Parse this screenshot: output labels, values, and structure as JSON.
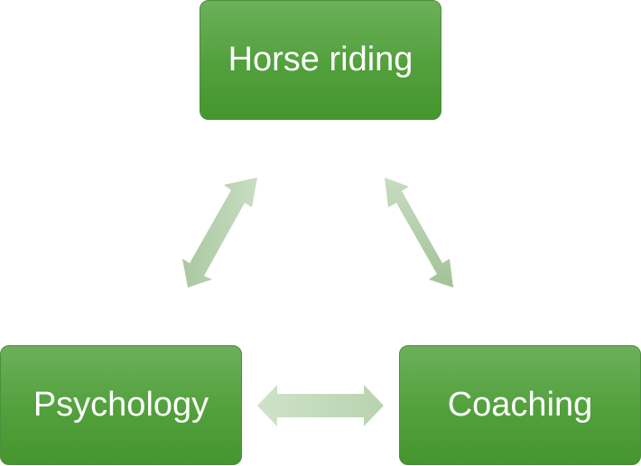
{
  "diagram": {
    "nodes": {
      "top": "Horse riding",
      "left": "Psychology",
      "right": "Coaching"
    },
    "arrows": [
      {
        "from": "top",
        "to": "left",
        "type": "double-headed"
      },
      {
        "from": "top",
        "to": "right",
        "type": "double-headed"
      },
      {
        "from": "left",
        "to": "right",
        "type": "double-headed"
      }
    ],
    "colors": {
      "node_fill_top": "#6cb05a",
      "node_fill_bottom": "#45962f",
      "node_text": "#ffffff",
      "arrow_light": "#cfe2c8",
      "arrow_dark": "#a4c49a"
    }
  }
}
